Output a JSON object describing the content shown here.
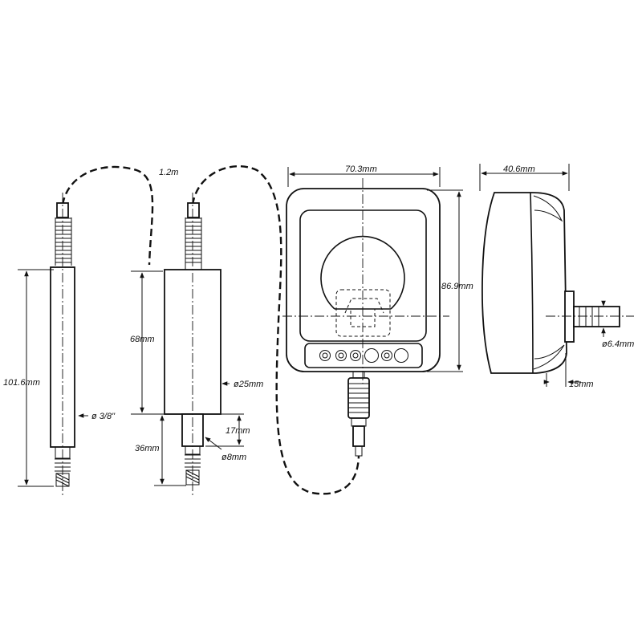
{
  "labels": {
    "cable_length": "1.2m",
    "probe1_length": "101.6mm",
    "probe1_diameter": "ø 3/8\"",
    "probe2_body_length": "68mm",
    "probe2_body_diameter": "ø25mm",
    "probe2_tip_length": "36mm",
    "probe2_stem_length": "17mm",
    "probe2_stem_diameter": "ø8mm",
    "display_width": "70.3mm",
    "display_height": "86.9mm",
    "side_depth": "40.6mm",
    "shaft_diameter": "ø6.4mm",
    "shaft_length": "15mm"
  }
}
